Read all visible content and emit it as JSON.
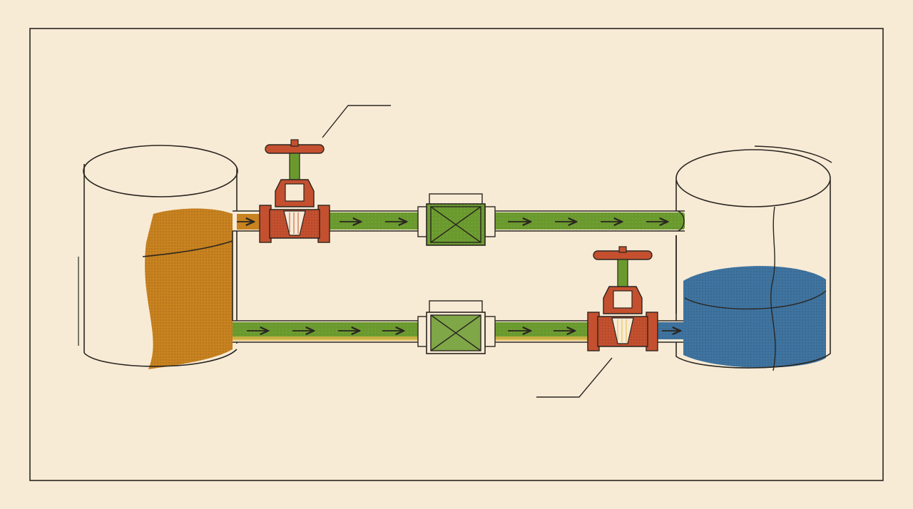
{
  "diagram": {
    "title": "",
    "labels": {
      "top_valve_callout": "",
      "bottom_valve_callout": ""
    },
    "colors": {
      "paper": "#f8ebd6",
      "ink": "#2a2620",
      "left_liquid": "#c8821f",
      "right_liquid": "#3f74a0",
      "pipe_flow": "#6a9a2e",
      "valve": "#c4502f",
      "valve_stem": "#6a9a2e"
    },
    "elements": {
      "left_tank": "tank",
      "right_tank": "tank",
      "top_pipe": "pipe",
      "bottom_pipe": "pipe",
      "top_gate_valve": "valve",
      "bottom_gate_valve": "valve",
      "top_flow_meter": "meter",
      "bottom_flow_meter": "meter",
      "flow_arrows": "arrow-right-icon"
    }
  }
}
